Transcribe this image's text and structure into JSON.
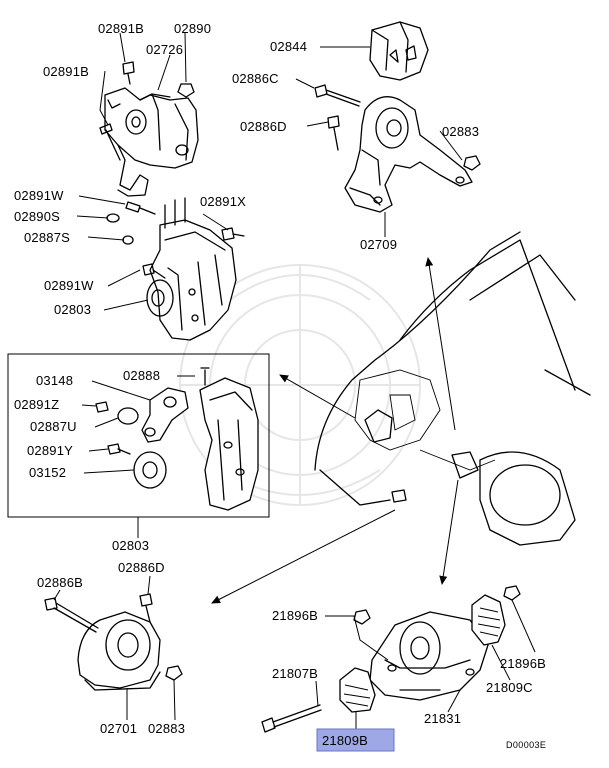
{
  "diagram": {
    "labels": {
      "p02891B_a": "02891B",
      "p02890": "02890",
      "p02726": "02726",
      "p02891B_b": "02891B",
      "p02844": "02844",
      "p02886C": "02886C",
      "p02886D_a": "02886D",
      "p02883_a": "02883",
      "p02709": "02709",
      "p02891W_a": "02891W",
      "p02890S": "02890S",
      "p02887S": "02887S",
      "p02891X": "02891X",
      "p02891W_b": "02891W",
      "p02803_a": "02803",
      "p03148": "03148",
      "p02888": "02888",
      "p02891Z": "02891Z",
      "p02887U": "02887U",
      "p02891Y": "02891Y",
      "p03152": "03152",
      "p02803_b": "02803",
      "p02886B": "02886B",
      "p02886D_b": "02886D",
      "p02701": "02701",
      "p02883_b": "02883",
      "p21896B_a": "21896B",
      "p21896B_b": "21896B",
      "p21807B": "21807B",
      "p21809C": "21809C",
      "p21831": "21831",
      "p21809B": "21809B"
    },
    "highlight_color": "#9fa8e6",
    "reference_code": "D00003E",
    "watermark_icon": "emblem-watermark-icon"
  }
}
